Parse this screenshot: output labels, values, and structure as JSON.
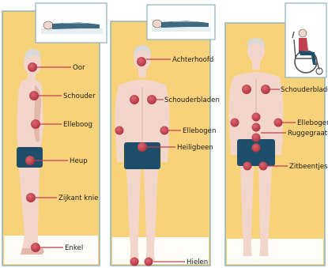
{
  "colors": {
    "panel_bg": "#f7d27a",
    "panel_border": "#8ab0bd",
    "skin": "#f2d6cc",
    "skin_shade": "#e3b8aa",
    "shorts": "#1d4f6b",
    "hair": "#d9d9d9",
    "pressure_dot": "#c0404f",
    "leader_line": "#c0404f",
    "floor": "#ffffff",
    "bed": "#ffffff",
    "wheelchair": "#555555"
  },
  "panels": [
    {
      "view": "side",
      "inset_icon": "lying-person-icon",
      "points": [
        {
          "id": "ear",
          "label": "Oor"
        },
        {
          "id": "shoulder",
          "label": "Schouder"
        },
        {
          "id": "elbow",
          "label": "Elleboog"
        },
        {
          "id": "hip",
          "label": "Heup"
        },
        {
          "id": "knee",
          "label": "Zijkant knie"
        },
        {
          "id": "ankle",
          "label": "Enkel"
        }
      ]
    },
    {
      "view": "back",
      "inset_icon": "lying-person-icon",
      "points": [
        {
          "id": "back-of-head",
          "label": "Achterhoofd"
        },
        {
          "id": "shoulder-blades",
          "label": "Schouderbladen"
        },
        {
          "id": "elbows",
          "label": "Ellebogen"
        },
        {
          "id": "sacrum",
          "label": "Heiligbeen"
        },
        {
          "id": "heels",
          "label": "Hielen"
        }
      ]
    },
    {
      "view": "back-seated",
      "inset_icon": "wheelchair-person-icon",
      "points": [
        {
          "id": "shoulder-blades",
          "label": "Schouderbladen"
        },
        {
          "id": "elbows",
          "label": "Ellebogen"
        },
        {
          "id": "spine",
          "label": "Ruggegraat"
        },
        {
          "id": "sit-bones",
          "label": "Zitbeentjes"
        }
      ]
    }
  ]
}
